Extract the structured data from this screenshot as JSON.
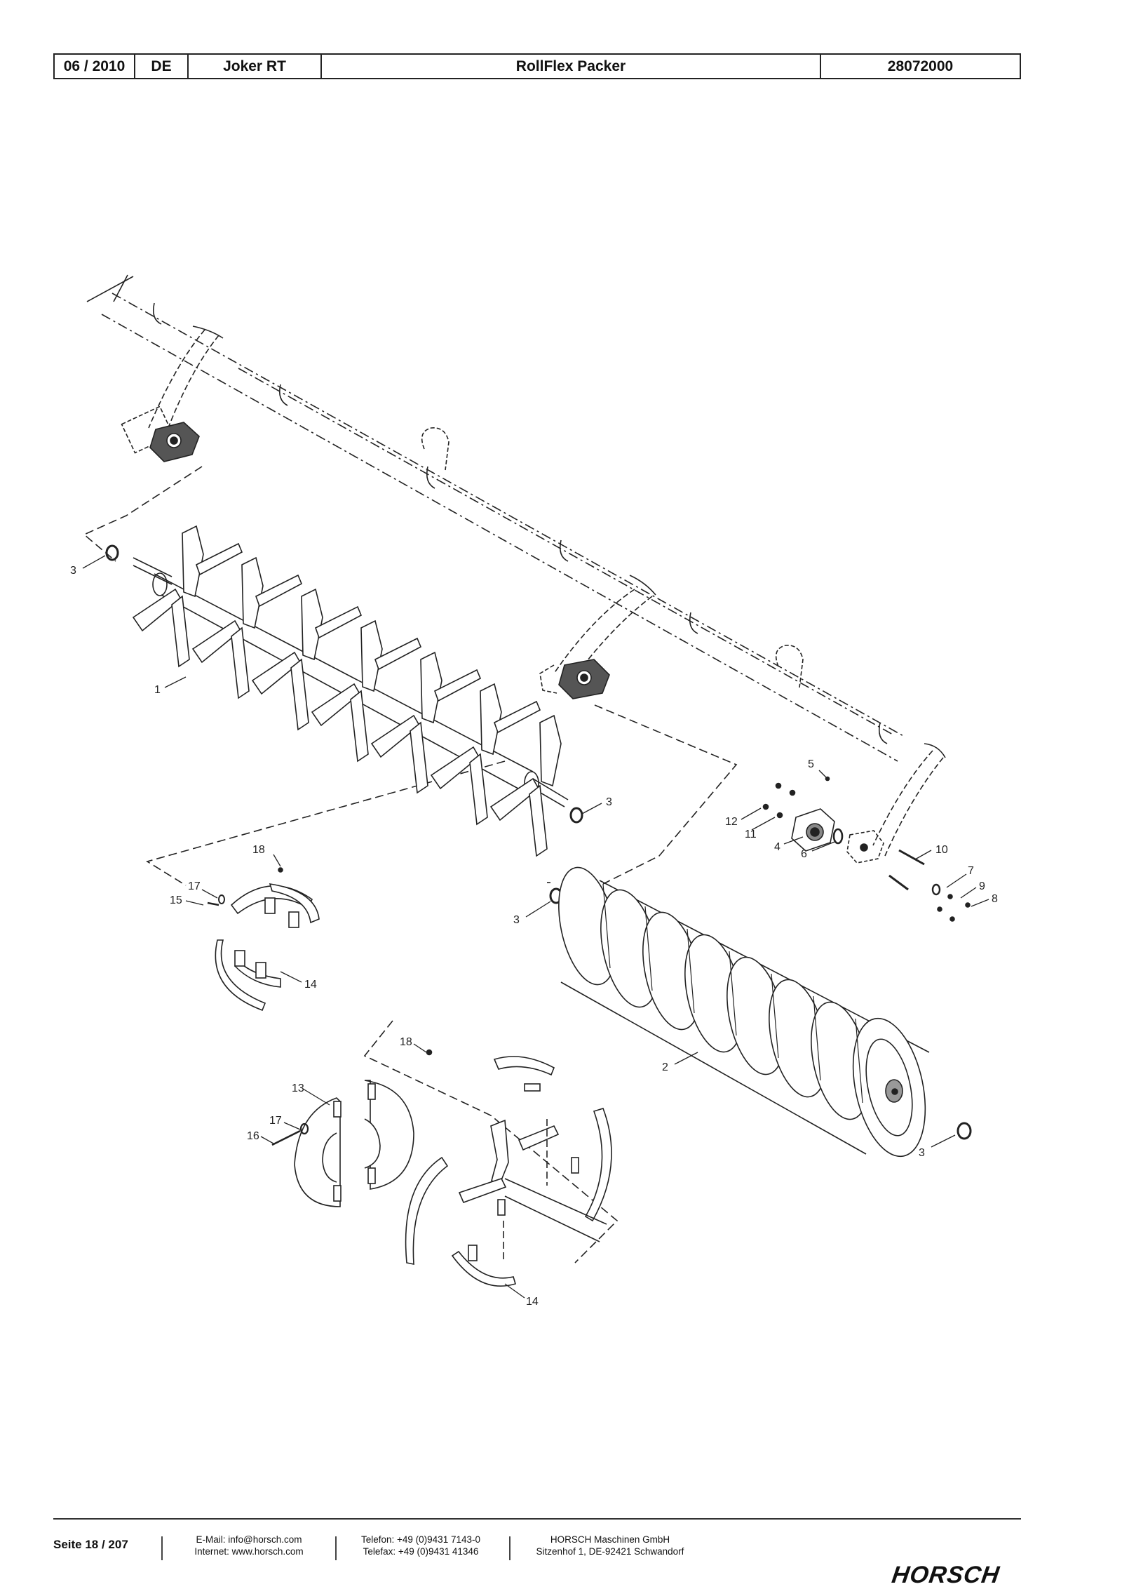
{
  "header": {
    "date": "06 / 2010",
    "language": "DE",
    "machine": "Joker RT",
    "assembly": "RollFlex Packer",
    "part_number": "28072000"
  },
  "callouts": [
    "3",
    "1",
    "3",
    "18",
    "17",
    "15",
    "14",
    "5",
    "12",
    "11",
    "4",
    "6",
    "10",
    "7",
    "9",
    "8",
    "3",
    "2",
    "18",
    "13",
    "17",
    "16",
    "3",
    "14"
  ],
  "footer": {
    "page": "Seite 18 / 207",
    "email": "E-Mail: info@horsch.com",
    "internet": "Internet: www.horsch.com",
    "phone": "Telefon: +49 (0)9431 7143-0",
    "fax": "Telefax: +49 (0)9431 41346",
    "company": "HORSCH Maschinen GmbH",
    "address": "Sitzenhof 1, DE-92421 Schwandorf",
    "logo": "HORSCH"
  }
}
